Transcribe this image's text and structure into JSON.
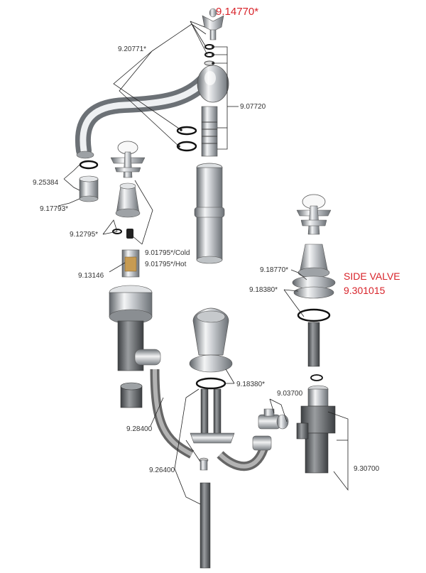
{
  "callouts": {
    "p914770": "9.14770*",
    "p920771": "9.20771*",
    "p907720": "9.07720",
    "p925384": "9.25384",
    "p917793": "9.17793*",
    "p912795": "9.12795*",
    "p901795_cold": "9.01795*/Cold",
    "p901795_hot": "9.01795*/Hot",
    "p913146": "9.13146",
    "p918770": "9.18770*",
    "p918380_side": "9.18380*",
    "p918380_center": "9.18380*",
    "p903700": "9.03700",
    "p928400": "9.28400",
    "p926400": "9.26400",
    "p930700": "9.30700"
  },
  "side_valve": {
    "title": "SIDE VALVE",
    "part_number": "9.301015"
  },
  "colors": {
    "highlight": "#d8232a",
    "chrome_dark": "#6f7479",
    "chrome_light": "#f2f3f4",
    "hose": "#8a8a8a"
  }
}
